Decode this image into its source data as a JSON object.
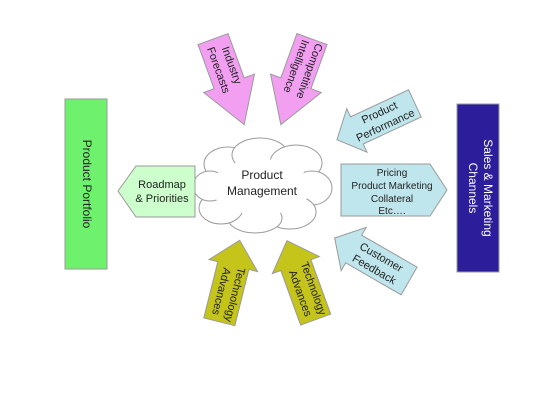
{
  "colors": {
    "portfolio": "#6ef26e",
    "sales": "#2c1d9b",
    "pink": "#f29ff2",
    "light_green": "#ccffcc",
    "light_blue": "#bfe6ec",
    "olive": "#c4c41a"
  },
  "left_box": {
    "label": "Product Portfolio"
  },
  "right_box": {
    "line1": "Sales & Marketing",
    "line2": "Channels"
  },
  "cloud": {
    "line1": "Product",
    "line2": "Management"
  },
  "arrows": {
    "industry_forecasts": {
      "line1": "Industry",
      "line2": "Forecasts"
    },
    "competitive_intelligence": {
      "line1": "Competitive",
      "line2": "Intelligence"
    },
    "product_performance": {
      "line1": "Product",
      "line2": "Performance"
    },
    "roadmap": {
      "line1": "Roadmap",
      "line2": "& Priorities"
    },
    "pricing": {
      "line1": "Pricing",
      "line2": "Product Marketing",
      "line3": "Collateral",
      "line4": "Etc…."
    },
    "customer_feedback": {
      "line1": "Customer",
      "line2": "Feedback"
    },
    "technology_advances_1": {
      "line1": "Technology",
      "line2": "Advances"
    },
    "technology_advances_2": {
      "line1": "Technology",
      "line2": "Advances"
    }
  }
}
